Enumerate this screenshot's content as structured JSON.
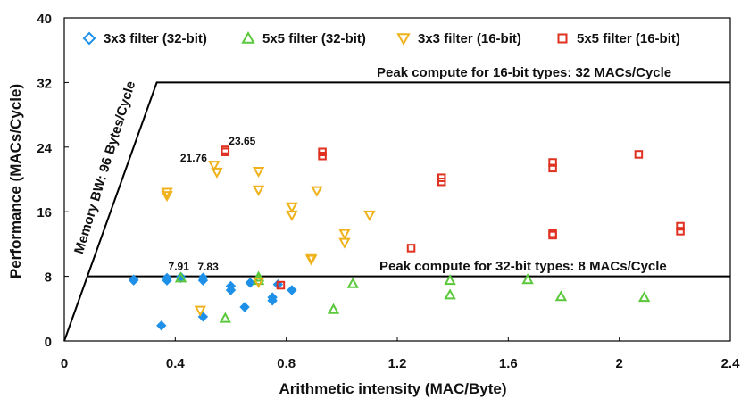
{
  "chart_data": {
    "type": "scatter",
    "title": "",
    "xlabel": "Arithmetic intensity (MAC/Byte)",
    "ylabel": "Performance (MACs/Cycle)",
    "xlim": [
      0,
      2.4
    ],
    "ylim": [
      0,
      40
    ],
    "xticks": [
      0,
      0.4,
      0.8,
      1.2,
      1.6,
      2,
      2.4
    ],
    "xtick_labels": [
      "0",
      "0.4",
      "0.8",
      "1.2",
      "1.6",
      "2",
      "2.4"
    ],
    "yticks": [
      0,
      8,
      16,
      24,
      32,
      40
    ],
    "ytick_labels": [
      "0",
      "8",
      "16",
      "24",
      "32",
      "40"
    ],
    "grid": false,
    "legend_position": "top",
    "series": [
      {
        "name": "3x3 filter (32-bit)",
        "marker": "diamond",
        "color": "#1e90e8",
        "points": [
          [
            0.25,
            7.5
          ],
          [
            0.25,
            7.6
          ],
          [
            0.35,
            1.9
          ],
          [
            0.37,
            7.5
          ],
          [
            0.37,
            7.8
          ],
          [
            0.42,
            7.91
          ],
          [
            0.42,
            7.8
          ],
          [
            0.5,
            3.0
          ],
          [
            0.5,
            7.5
          ],
          [
            0.5,
            7.83
          ],
          [
            0.6,
            6.3
          ],
          [
            0.6,
            6.8
          ],
          [
            0.65,
            4.2
          ],
          [
            0.67,
            7.2
          ],
          [
            0.75,
            5.0
          ],
          [
            0.75,
            5.4
          ],
          [
            0.77,
            7.0
          ],
          [
            0.82,
            6.3
          ]
        ]
      },
      {
        "name": "5x5 filter (32-bit)",
        "marker": "triangle-up",
        "color": "#5ac83a",
        "points": [
          [
            0.42,
            7.8
          ],
          [
            0.58,
            2.8
          ],
          [
            0.7,
            7.9
          ],
          [
            0.7,
            7.5
          ],
          [
            0.97,
            3.9
          ],
          [
            1.04,
            7.1
          ],
          [
            1.39,
            7.5
          ],
          [
            1.39,
            5.7
          ],
          [
            1.67,
            7.6
          ],
          [
            1.79,
            5.5
          ],
          [
            2.09,
            5.4
          ]
        ]
      },
      {
        "name": "3x3 filter (16-bit)",
        "marker": "triangle-down",
        "color": "#efb21c",
        "points": [
          [
            0.37,
            18.4
          ],
          [
            0.37,
            18.0
          ],
          [
            0.49,
            3.8
          ],
          [
            0.54,
            21.76
          ],
          [
            0.55,
            20.9
          ],
          [
            0.7,
            21.0
          ],
          [
            0.7,
            18.7
          ],
          [
            0.7,
            7.3
          ],
          [
            0.82,
            16.6
          ],
          [
            0.82,
            15.6
          ],
          [
            0.89,
            10.3
          ],
          [
            0.89,
            10.1
          ],
          [
            0.91,
            18.6
          ],
          [
            1.01,
            13.3
          ],
          [
            1.01,
            12.2
          ],
          [
            1.1,
            15.6
          ]
        ]
      },
      {
        "name": "5x5 filter (16-bit)",
        "marker": "square",
        "color": "#e03020",
        "points": [
          [
            0.58,
            23.65
          ],
          [
            0.58,
            23.4
          ],
          [
            0.78,
            6.9
          ],
          [
            0.93,
            23.4
          ],
          [
            0.93,
            22.9
          ],
          [
            1.25,
            11.5
          ],
          [
            1.36,
            20.2
          ],
          [
            1.36,
            19.7
          ],
          [
            1.76,
            22.1
          ],
          [
            1.76,
            21.4
          ],
          [
            1.76,
            13.3
          ],
          [
            1.76,
            13.1
          ],
          [
            2.07,
            23.1
          ],
          [
            2.22,
            14.2
          ],
          [
            2.22,
            13.6
          ]
        ]
      }
    ],
    "roofline": {
      "points": [
        [
          0,
          0
        ],
        [
          0.3333,
          32
        ],
        [
          2.4,
          32
        ]
      ],
      "ridge_32bit": [
        [
          0.0833,
          8
        ],
        [
          2.4,
          8
        ]
      ],
      "color": "#000000"
    },
    "annotations": {
      "peak_16": "Peak compute for 16-bit types: 32 MACs/Cycle",
      "peak_32": "Peak compute for 32-bit types: 8 MACs/Cycle",
      "memory_bw": "Memory BW: 96 Bytes/Cycle"
    },
    "data_labels": [
      {
        "text": "23.65",
        "x": 0.58,
        "y": 23.65
      },
      {
        "text": "21.76",
        "x": 0.54,
        "y": 21.76
      },
      {
        "text": "7.91",
        "x": 0.42,
        "y": 7.91
      },
      {
        "text": "7.83",
        "x": 0.5,
        "y": 7.83
      }
    ]
  }
}
